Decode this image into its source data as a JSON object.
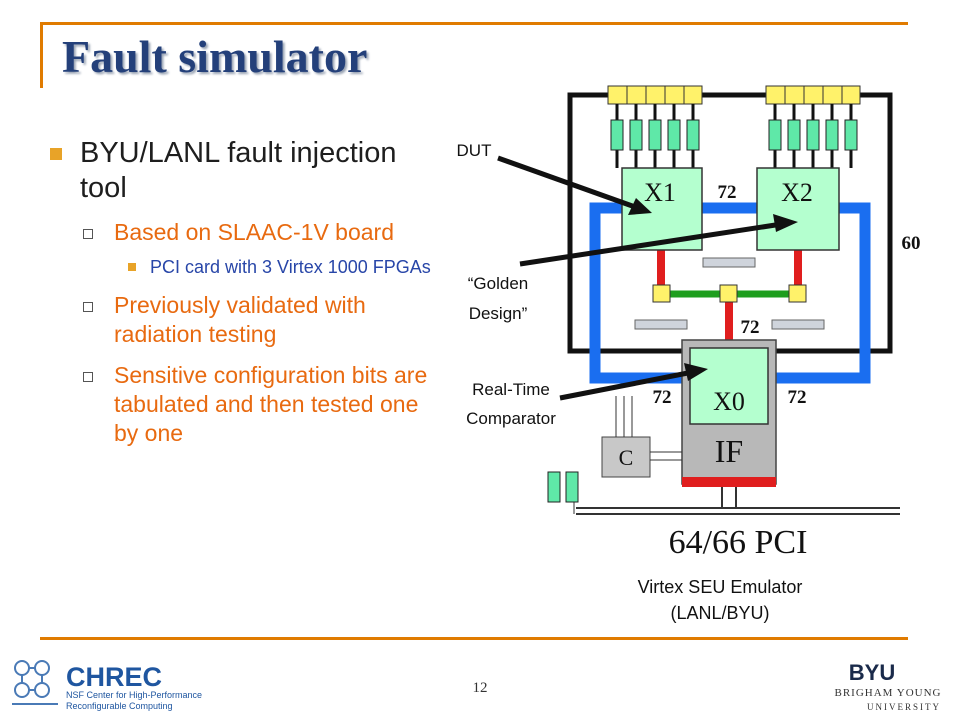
{
  "slide": {
    "title": "Fault simulator",
    "page_number": "12"
  },
  "bullets": {
    "main": "BYU/LANL fault injection tool",
    "sub1": "Based on SLAAC-1V board",
    "sub1_detail": "PCI card with 3 Virtex 1000 FPGAs",
    "sub2": "Previously validated with radiation testing",
    "sub3": "Sensitive configuration bits are tabulated and then tested one by one"
  },
  "diagram": {
    "label_dut": "DUT",
    "label_golden_1": "“Golden",
    "label_golden_2": "Design”",
    "label_comparator_1": "Real-Time",
    "label_comparator_2": "Comparator",
    "chip_x1": "X1",
    "chip_x2": "X2",
    "chip_x0": "X0",
    "block_if": "IF",
    "block_c": "C",
    "bus_72_top": "72",
    "bus_72_mid": "72",
    "bus_72_left": "72",
    "bus_72_right": "72",
    "bus_60": "60",
    "pci_label": "64/66 PCI",
    "caption_line1": "Virtex SEU Emulator",
    "caption_line2": "(LANL/BYU)"
  },
  "footer": {
    "chrec_name": "CHREC",
    "chrec_sub1": "NSF Center for High-Performance",
    "chrec_sub2": "Reconfigurable Computing",
    "byu_name": "BYU",
    "byu_sub1": "BRIGHAM YOUNG",
    "byu_sub2": "UNIVERSITY"
  },
  "colors": {
    "accent_orange": "#e07b00",
    "title_navy": "#24407a",
    "bus_blue": "#1a6ef0",
    "chip_green": "#b4ffcf",
    "bus_red": "#e01e1e",
    "bus_green": "#1e9e1e"
  }
}
